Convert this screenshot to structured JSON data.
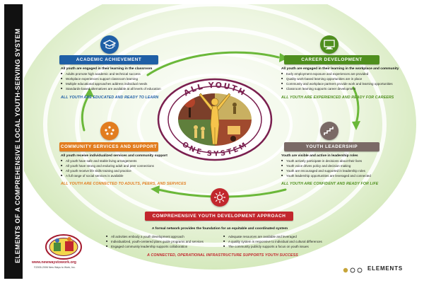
{
  "title": "ELEMENTS OF A COMPREHENSIVE LOCAL YOUTH-SERVING SYSTEM",
  "center": {
    "top_text": "ALL YOUTH",
    "bottom_text": "ONE SYSTEM"
  },
  "colors": {
    "academic": "#1f5fa6",
    "career": "#4f8f1e",
    "community": "#e27d1f",
    "leadership": "#7a6a66",
    "approach": "#c2272d",
    "ring": "#6bb83a"
  },
  "academic": {
    "label": "ACADEMIC ACHIEVEMENT",
    "icon": "graduation-cap-icon",
    "lead": "All youth are engaged in their learning in the classroom",
    "bullets": [
      "Adults promote high academic and technical success",
      "Workplace experiences support classroom learning",
      "Multiple educational approaches address individual needs",
      "Standards-based alternatives are available at all levels of education"
    ],
    "tagline": "ALL YOUTH ARE EDUCATED AND READY TO LEARN"
  },
  "career": {
    "label": "CAREER DEVELOPMENT",
    "icon": "computer-icon",
    "lead": "All youth are engaged in their learning in the workplace and community",
    "bullets": [
      "Early employment exposure and experiences are provided",
      "Quality work-based learning opportunities are in place",
      "Community and workplace partners provide work and learning opportunities",
      "Classroom learning supports career development"
    ],
    "tagline": "ALL YOUTH ARE EXPERIENCED AND READY FOR CAREERS"
  },
  "community": {
    "label": "COMMUNITY SERVICES AND SUPPORT",
    "icon": "people-group-icon",
    "lead": "All youth receive individualized services and community support",
    "bullets": [
      "All youth have safe and stable living arrangements",
      "All youth have strong and enduring adult and peer connections",
      "All youth receive life skills training and practice",
      "A full range of social services is available"
    ],
    "tagline": "ALL YOUTH ARE CONNECTED TO ADULTS, PEERS, AND SERVICES"
  },
  "leadership": {
    "label": "YOUTH LEADERSHIP",
    "icon": "stairs-icon",
    "lead": "Youth are visible and active in leadership roles",
    "bullets": [
      "Youth actively participate in decisions about their lives",
      "Youth voice drives policy and decision making",
      "Youth are encouraged and supported in leadership roles",
      "Youth leadership opportunities are leveraged and connected"
    ],
    "tagline": "ALL YOUTH ARE CONFIDENT AND READY FOR LIFE"
  },
  "approach": {
    "label": "COMPREHENSIVE YOUTH DEVELOPMENT APPROACH",
    "icon": "sun-burst-icon",
    "lead": "A formal network provides the foundation for an equitable and coordinated system",
    "bullets_left": [
      "All activities embody a youth development approach",
      "Individualized, youth-centered plans guide programs and services",
      "Engaged community leadership supports collaboration"
    ],
    "bullets_right": [
      "Adequate resources are available and leveraged",
      "A quality system is responsive to individual and cultural differences",
      "The community publicly supports a focus on youth issues"
    ],
    "tagline": "A CONNECTED, OPERATIONAL INFRASTRUCTURE SUPPORTS YOUTH SUCCESS"
  },
  "footer": {
    "url": "www.newwaystowork.org",
    "copyright": "©2005-2006 New Ways to Work, Inc.",
    "elements_label": "ELEMENTS",
    "logo": "new-ways-to-work-seal-icon"
  }
}
